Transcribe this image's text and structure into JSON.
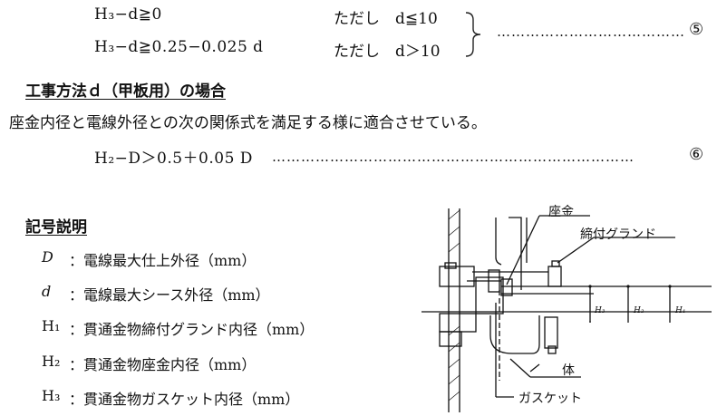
{
  "formulas": {
    "f1": {
      "text": "H₃−d≧0",
      "cond": "ただし　d≦10"
    },
    "f2": {
      "text": "H₃−d≧0.25−0.025 d",
      "cond": "ただし　d＞10"
    },
    "f1f2_dots": "…………………………………",
    "f1f2_num": "⑤",
    "f3": {
      "text": "H₂−D＞0.5＋0.05 D",
      "dots": "…………………………………………………………………",
      "num": "⑥"
    }
  },
  "section": {
    "heading": "工事方法ｄ（甲板用）の場合",
    "body": "座金内径と電線外径との次の関係式を満足する様に適合させている。"
  },
  "legend": {
    "heading": "記号説明",
    "items": [
      {
        "sym": "D",
        "text": "：電線最大仕上外径（mm）"
      },
      {
        "sym": "d",
        "text": "：電線最大シース外径（mm）"
      },
      {
        "sym": "H₁",
        "text": "：貫通金物締付グランド内径（mm）"
      },
      {
        "sym": "H₂",
        "text": "：貫通金物座金内径（mm）"
      },
      {
        "sym": "H₃",
        "text": "：貫通金物ガスケット内径（mm）"
      }
    ]
  },
  "diagram": {
    "labels": {
      "washer": "座金",
      "gland": "締付グランド",
      "body": "体",
      "gasket": "ガスケット",
      "h3": "H₃",
      "h2": "H₂",
      "h1": "H₁"
    }
  }
}
